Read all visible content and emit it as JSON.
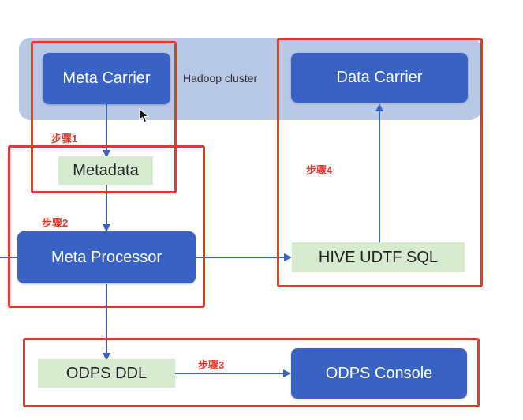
{
  "colors": {
    "node_blue": "#3a62c4",
    "node_green": "#d6ead0",
    "cluster_band": "#b9c8e6",
    "highlight_red": "#e03a2f",
    "arrow_blue": "#3a62c4"
  },
  "cluster": {
    "label": "Hadoop cluster"
  },
  "nodes": {
    "meta_carrier": "Meta Carrier",
    "data_carrier": "Data Carrier",
    "metadata": "Metadata",
    "meta_processor": "Meta Processor",
    "hive_udtf_sql": "HIVE UDTF SQL",
    "odps_ddl": "ODPS DDL",
    "odps_console": "ODPS Console"
  },
  "steps": {
    "step1": "步骤1",
    "step2": "步骤2",
    "step3": "步骤3",
    "step4": "步骤4"
  },
  "icons": {
    "pointer": "mouse-pointer-icon"
  }
}
